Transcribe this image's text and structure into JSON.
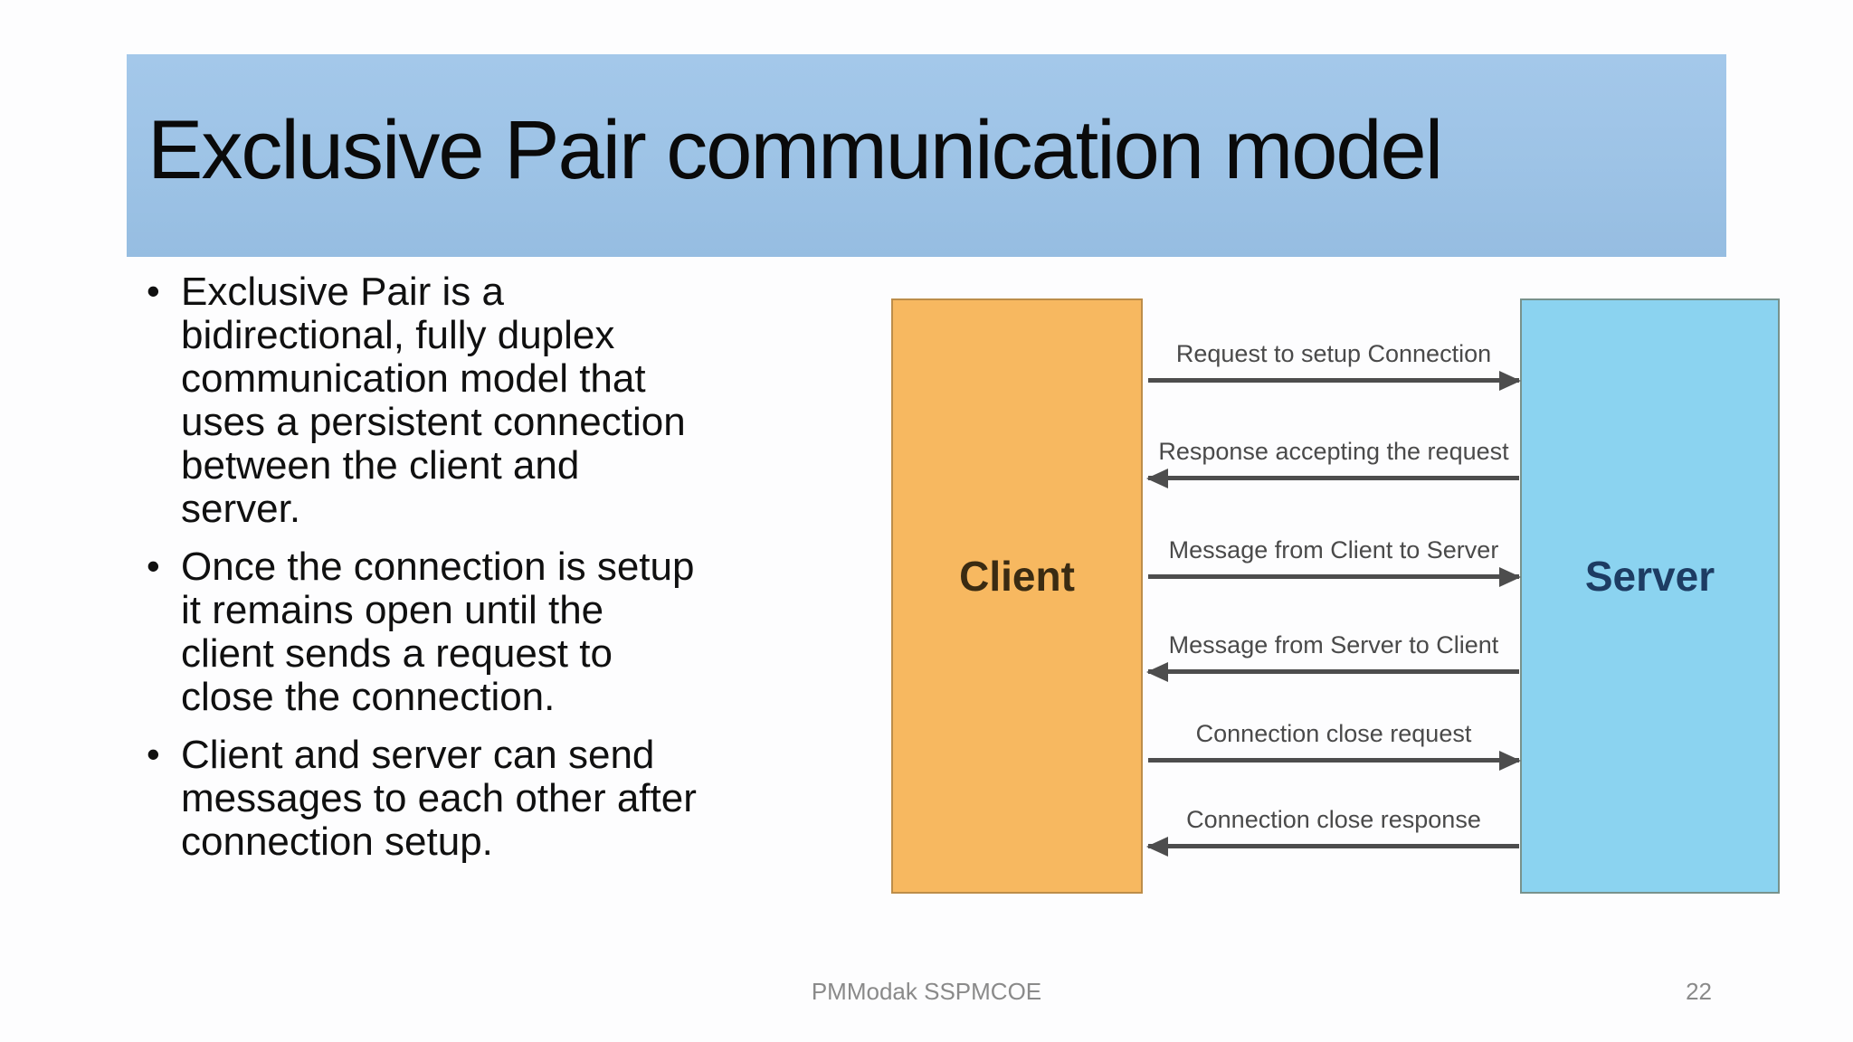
{
  "slide": {
    "title": "Exclusive Pair communication model",
    "bullets": [
      {
        "text": "Exclusive Pair is a\nbidirectional, fully duplex\ncommunication model that\nuses a persistent connection\nbetween the client and\nserver."
      },
      {
        "text": "Once the connection is setup\nit remains open until the\nclient sends a request to\nclose the connection."
      },
      {
        "text": "Client and server can send\nmessages to each other after\nconnection setup."
      }
    ],
    "bullet_marker": "•",
    "footer": {
      "author": "PMModak SSPMCOE",
      "page_number": "22"
    }
  },
  "diagram": {
    "client_label": "Client",
    "server_label": "Server",
    "messages": [
      {
        "label": "Request to setup Connection",
        "direction": "client-to-server"
      },
      {
        "label": "Response accepting the request",
        "direction": "server-to-client"
      },
      {
        "label": "Message from Client to Server",
        "direction": "client-to-server"
      },
      {
        "label": "Message from Server to Client",
        "direction": "server-to-client"
      },
      {
        "label": "Connection close request",
        "direction": "client-to-server"
      },
      {
        "label": "Connection close response",
        "direction": "server-to-client"
      }
    ],
    "colors": {
      "header_band": "#9DC3E6",
      "client_box": "#F7B860",
      "server_box": "#8BD3F0",
      "arrow": "#4D4D4D",
      "client_text": "#3A2B12",
      "server_text": "#1D3C63",
      "footer_text": "#8A8A8A"
    }
  }
}
